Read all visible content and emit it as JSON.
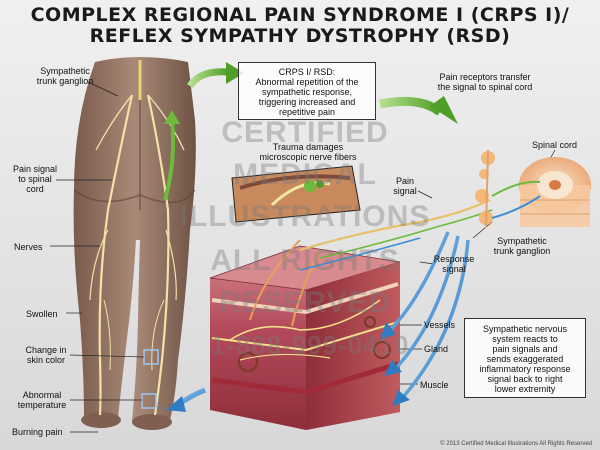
{
  "title": {
    "line1": "COMPLEX REGIONAL PAIN SYNDROME I (CRPS I)/",
    "line2": "REFLEX SYMPATHY DYSTROPHY (RSD)"
  },
  "labels": {
    "sympathetic_trunk_ganglion_left": "Sympathetic\ntrunk ganglion",
    "pain_signal_to_spinal_cord": "Pain signal\nto spinal\ncord",
    "nerves": "Nerves",
    "swollen": "Swollen",
    "change_in_skin_color": "Change in\nskin color",
    "abnormal_temperature": "Abnormal\ntemperature",
    "burning_pain": "Burning pain",
    "pain_receptors": "Pain receptors transfer\nthe signal to spinal cord",
    "spinal_cord": "Spinal cord",
    "pain_signal": "Pain\nsignal",
    "sympathetic_trunk_ganglion_right": "Sympathetic\ntrunk ganglion",
    "response_signal": "Response\nsignal",
    "vessels": "Vessels",
    "gland": "Gland",
    "muscle": "Muscle",
    "trauma": "Trauma damages\nmicroscopic nerve fibers"
  },
  "boxes": {
    "crps_rsd": "CRPS I/ RSD:\nAbnormal repetition of the\nsympathetic response,\ntriggering increased and\nrepetitive pain",
    "sympathetic_reacts": "Sympathetic nervous\nsystem reacts to\npain signals and\nsends exaggerated\ninflammatory response\nsignal back to right\nlower extremity"
  },
  "watermark": {
    "line1": "© 2013",
    "line2": "CERTIFIED",
    "line3": "MEDICAL",
    "line4": "ILLUSTRATIONS",
    "line5": "ALL RIGHTS",
    "line6": "RESERVED",
    "line7": "1-888-999-0410"
  },
  "copyright": "© 2013 Certified Medical Illustrations All Rights Reserved",
  "colors": {
    "green_arrow": "#6cbb3c",
    "blue_arrow": "#3a8fd6",
    "skin": "#9a7b6a",
    "tissue": "#b5475a",
    "nerve": "#e8d89a"
  }
}
